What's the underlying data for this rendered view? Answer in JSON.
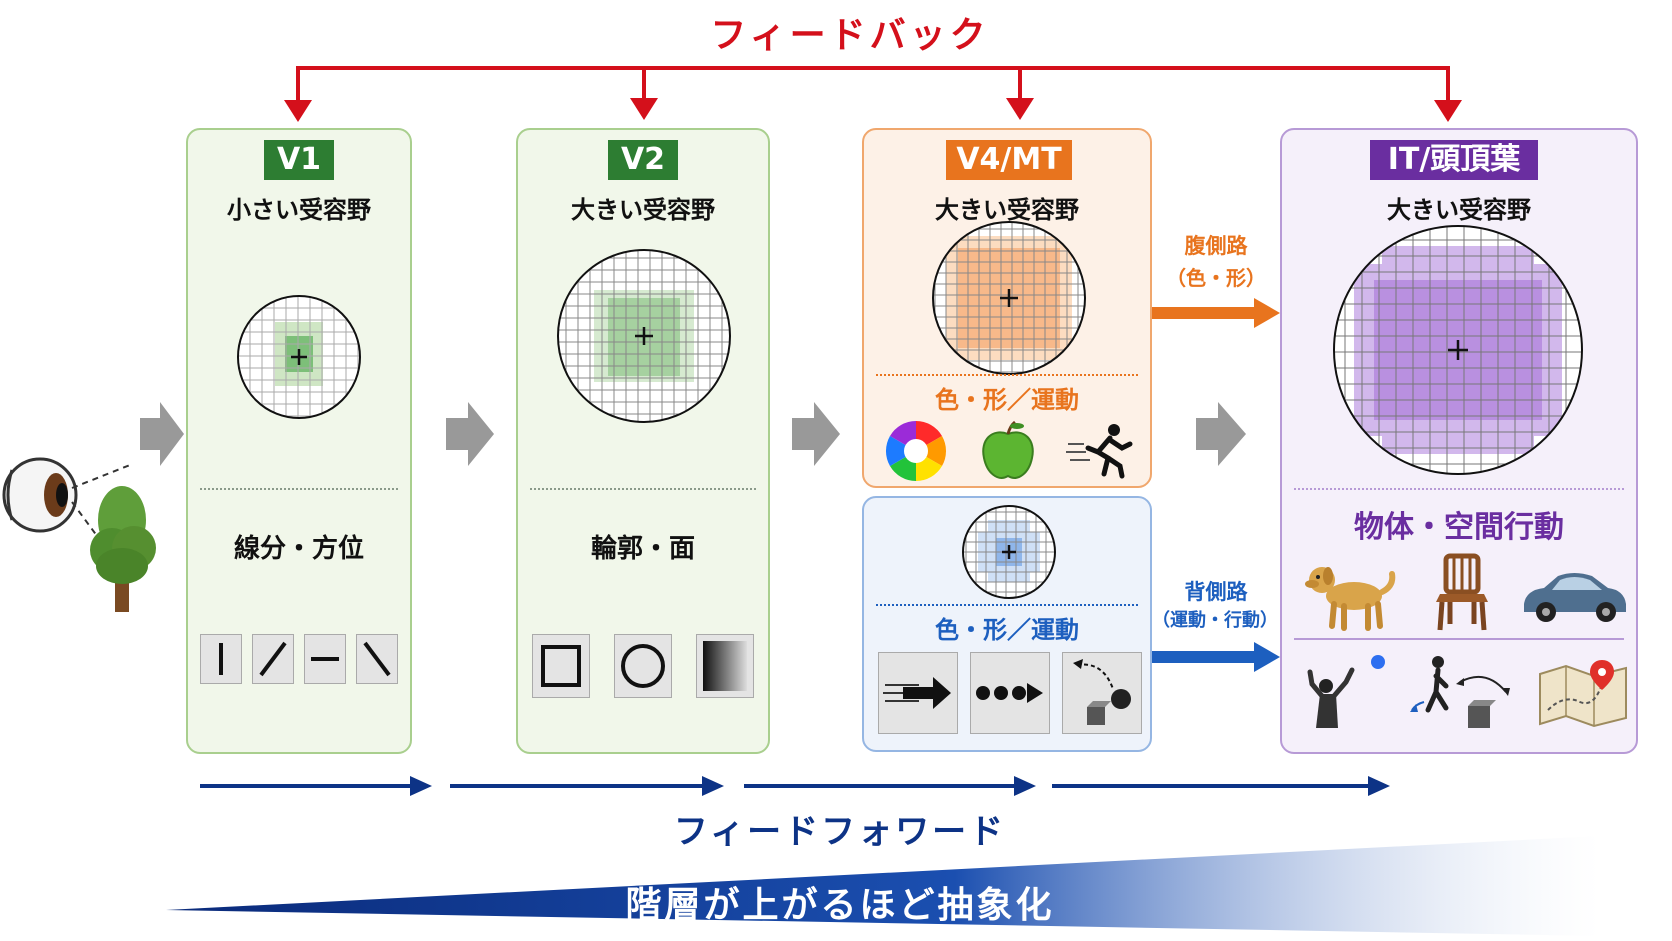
{
  "feedback_label": "フィードバック",
  "feedforward_label": "フィードフォワード",
  "abstraction_label": "階層が上がるほど抽象化",
  "colors": {
    "feedback": "#d4101b",
    "feedforward": "#0d3386",
    "v1": "#2d7d32",
    "v4": "#e8741e",
    "it": "#6a2ea0",
    "dorsal": "#1d5fbf"
  },
  "stages": {
    "v1": {
      "label": "V1",
      "rf": "小さい受容野",
      "feature": "線分・方位"
    },
    "v2": {
      "label": "V2",
      "rf": "大きい受容野",
      "feature": "輪郭・面"
    },
    "v4": {
      "label": "V4/MT",
      "rf": "大きい受容野",
      "feature": "色・形／運動"
    },
    "dorsal": {
      "feature": "色・形／運動"
    },
    "it": {
      "label": "IT/頭頂葉",
      "rf": "大きい受容野",
      "feature": "物体・空間行動"
    }
  },
  "pathways": {
    "ventral_title": "腹側路",
    "ventral_sub": "（色・形）",
    "dorsal_title": "背側路",
    "dorsal_sub": "（運動・行動）"
  }
}
